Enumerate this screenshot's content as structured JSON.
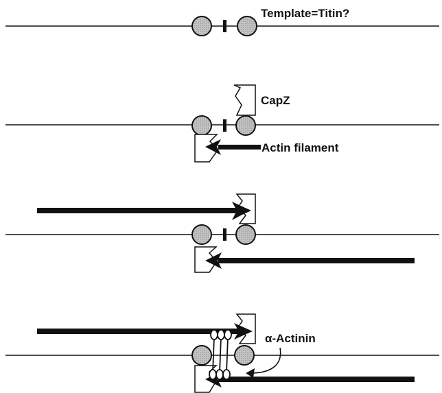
{
  "labels": {
    "template": "Template=Titin?",
    "capz": "CapZ",
    "actin_filament": "Actin filament",
    "alpha_actinin": "α-Actinin"
  },
  "colors": {
    "ink": "#111111",
    "bead_fill": "#b5b5b5",
    "background": "#ffffff"
  },
  "icons": {
    "bead": "grey-circle",
    "cap": "notched-cap",
    "filament": "thick-bar-with-arrowhead-end"
  }
}
